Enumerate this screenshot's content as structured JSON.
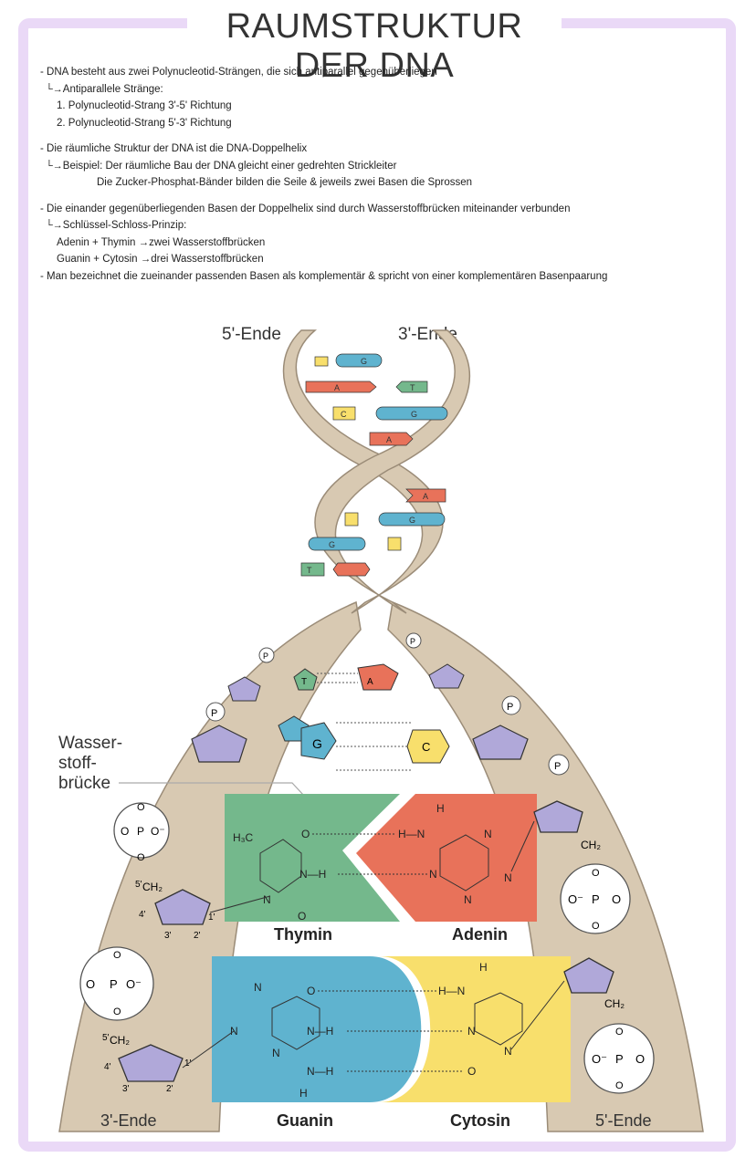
{
  "title": "RAUMSTRUKTUR DER DNA",
  "notes": {
    "p1": "- DNA besteht aus zwei Polynucleotid-Strängen, die sich antiparallel gegenüberliegen",
    "p1_sub": "Antiparallele Stränge:",
    "p1_item1": "1. Polynucleotid-Strang 3'-5' Richtung",
    "p1_item2": "2. Polynucleotid-Strang 5'-3' Richtung",
    "p2": "- Die räumliche Struktur der DNA ist die DNA-Doppelhelix",
    "p2_sub": "Beispiel: Der räumliche Bau der DNA gleicht einer gedrehten Strickleiter",
    "p2_cont": "Die Zucker-Phosphat-Bänder bilden die Seile & jeweils zwei Basen die Sprossen",
    "p3": "- Die einander gegenüberliegenden Basen der Doppelhelix sind durch Wasserstoffbrücken miteinander verbunden",
    "p3_sub": "Schlüssel-Schloss-Prinzip:",
    "p3_item1": "Adenin + Thymin →zwei Wasserstoffbrücken",
    "p3_item2": "Guanin + Cytosin →drei Wasserstoffbrücken",
    "p4": "- Man bezeichnet die zueinander passenden Basen als komplementär & spricht von einer komplementären Basenpaarung"
  },
  "diagram": {
    "end_top_left": "5'-Ende",
    "end_top_right": "3'-Ende",
    "end_bottom_left": "3'-Ende",
    "end_bottom_right": "5'-Ende",
    "h_bond_label_1": "Wasser-",
    "h_bond_label_2": "stoff-",
    "h_bond_label_3": "brücke",
    "base_thymin": "Thymin",
    "base_adenin": "Adenin",
    "base_guanin": "Guanin",
    "base_cytosin": "Cytosin",
    "short_t": "T",
    "short_a": "A",
    "short_g": "G",
    "short_c": "C",
    "phosphate": "P",
    "ring_4": "4'",
    "ring_3": "3'",
    "ring_2": "2'",
    "ring_1": "1'",
    "ch2o": "CH₂",
    "ch2o_5": "5'",
    "atom_o": "O",
    "atom_n": "N",
    "atom_h": "H",
    "atom_p": "P",
    "h3c": "H₃C",
    "o_minus": "O⁻",
    "n_h": "N—H",
    "h_n": "H—N"
  },
  "colors": {
    "frame": "#ead9f7",
    "strand": "#d8c9b2",
    "strand_edge": "#9b8c78",
    "sugar": "#b0a8d9",
    "thymin": "#74b88c",
    "adenin": "#e8725a",
    "guanin": "#5fb3cf",
    "cytosin": "#f8df6c"
  }
}
